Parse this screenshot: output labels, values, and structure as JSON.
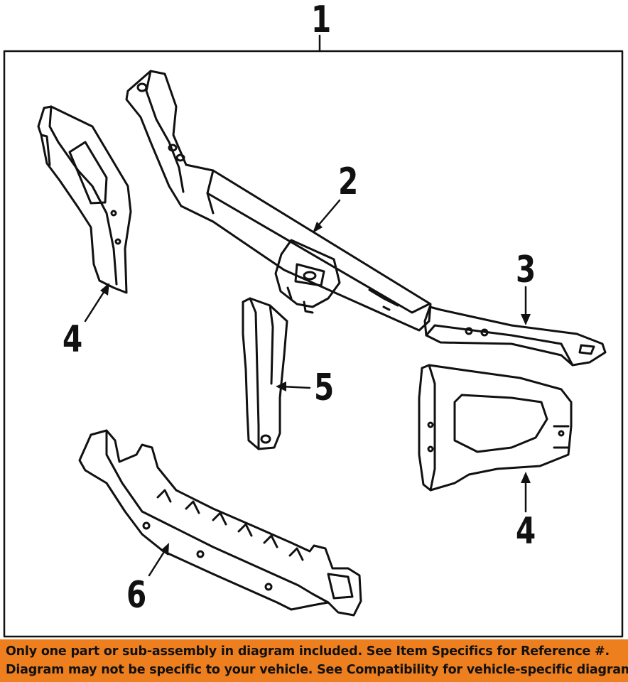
{
  "callouts": {
    "c1": "1",
    "c2": "2",
    "c3": "3",
    "c4_left": "4",
    "c4_right": "4",
    "c5": "5",
    "c6": "6"
  },
  "banner": {
    "line1": "Only one part or sub-assembly in diagram included. See Item Specifics for Reference #.",
    "line2": "Diagram may not be specific to your vehicle. See Compatibility for vehicle-specific diagrams."
  },
  "colors": {
    "banner_bg": "#ee7f1f",
    "line": "#111111"
  }
}
